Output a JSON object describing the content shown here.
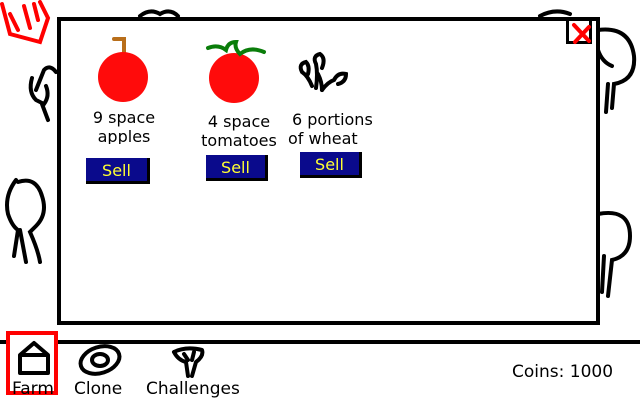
{
  "inventory": {
    "items": [
      {
        "label_line1": "9 space",
        "label_line2": "apples",
        "sell_label": "Sell",
        "icon": "apple-icon"
      },
      {
        "label_line1": "4 space",
        "label_line2": "tomatoes",
        "sell_label": "Sell",
        "icon": "tomato-icon"
      },
      {
        "label_line1": "6 portions",
        "label_line2": "of wheat",
        "sell_label": "Sell",
        "icon": "wheat-icon"
      }
    ]
  },
  "nav": {
    "farm_label": "Farm",
    "clone_label": "Clone",
    "challenges_label": "Challenges"
  },
  "status": {
    "coins_text": "Coins: 1000"
  },
  "colors": {
    "sell_bg": "#0a0a8c",
    "sell_text": "#ffff33",
    "accent_red": "#ff0000"
  }
}
